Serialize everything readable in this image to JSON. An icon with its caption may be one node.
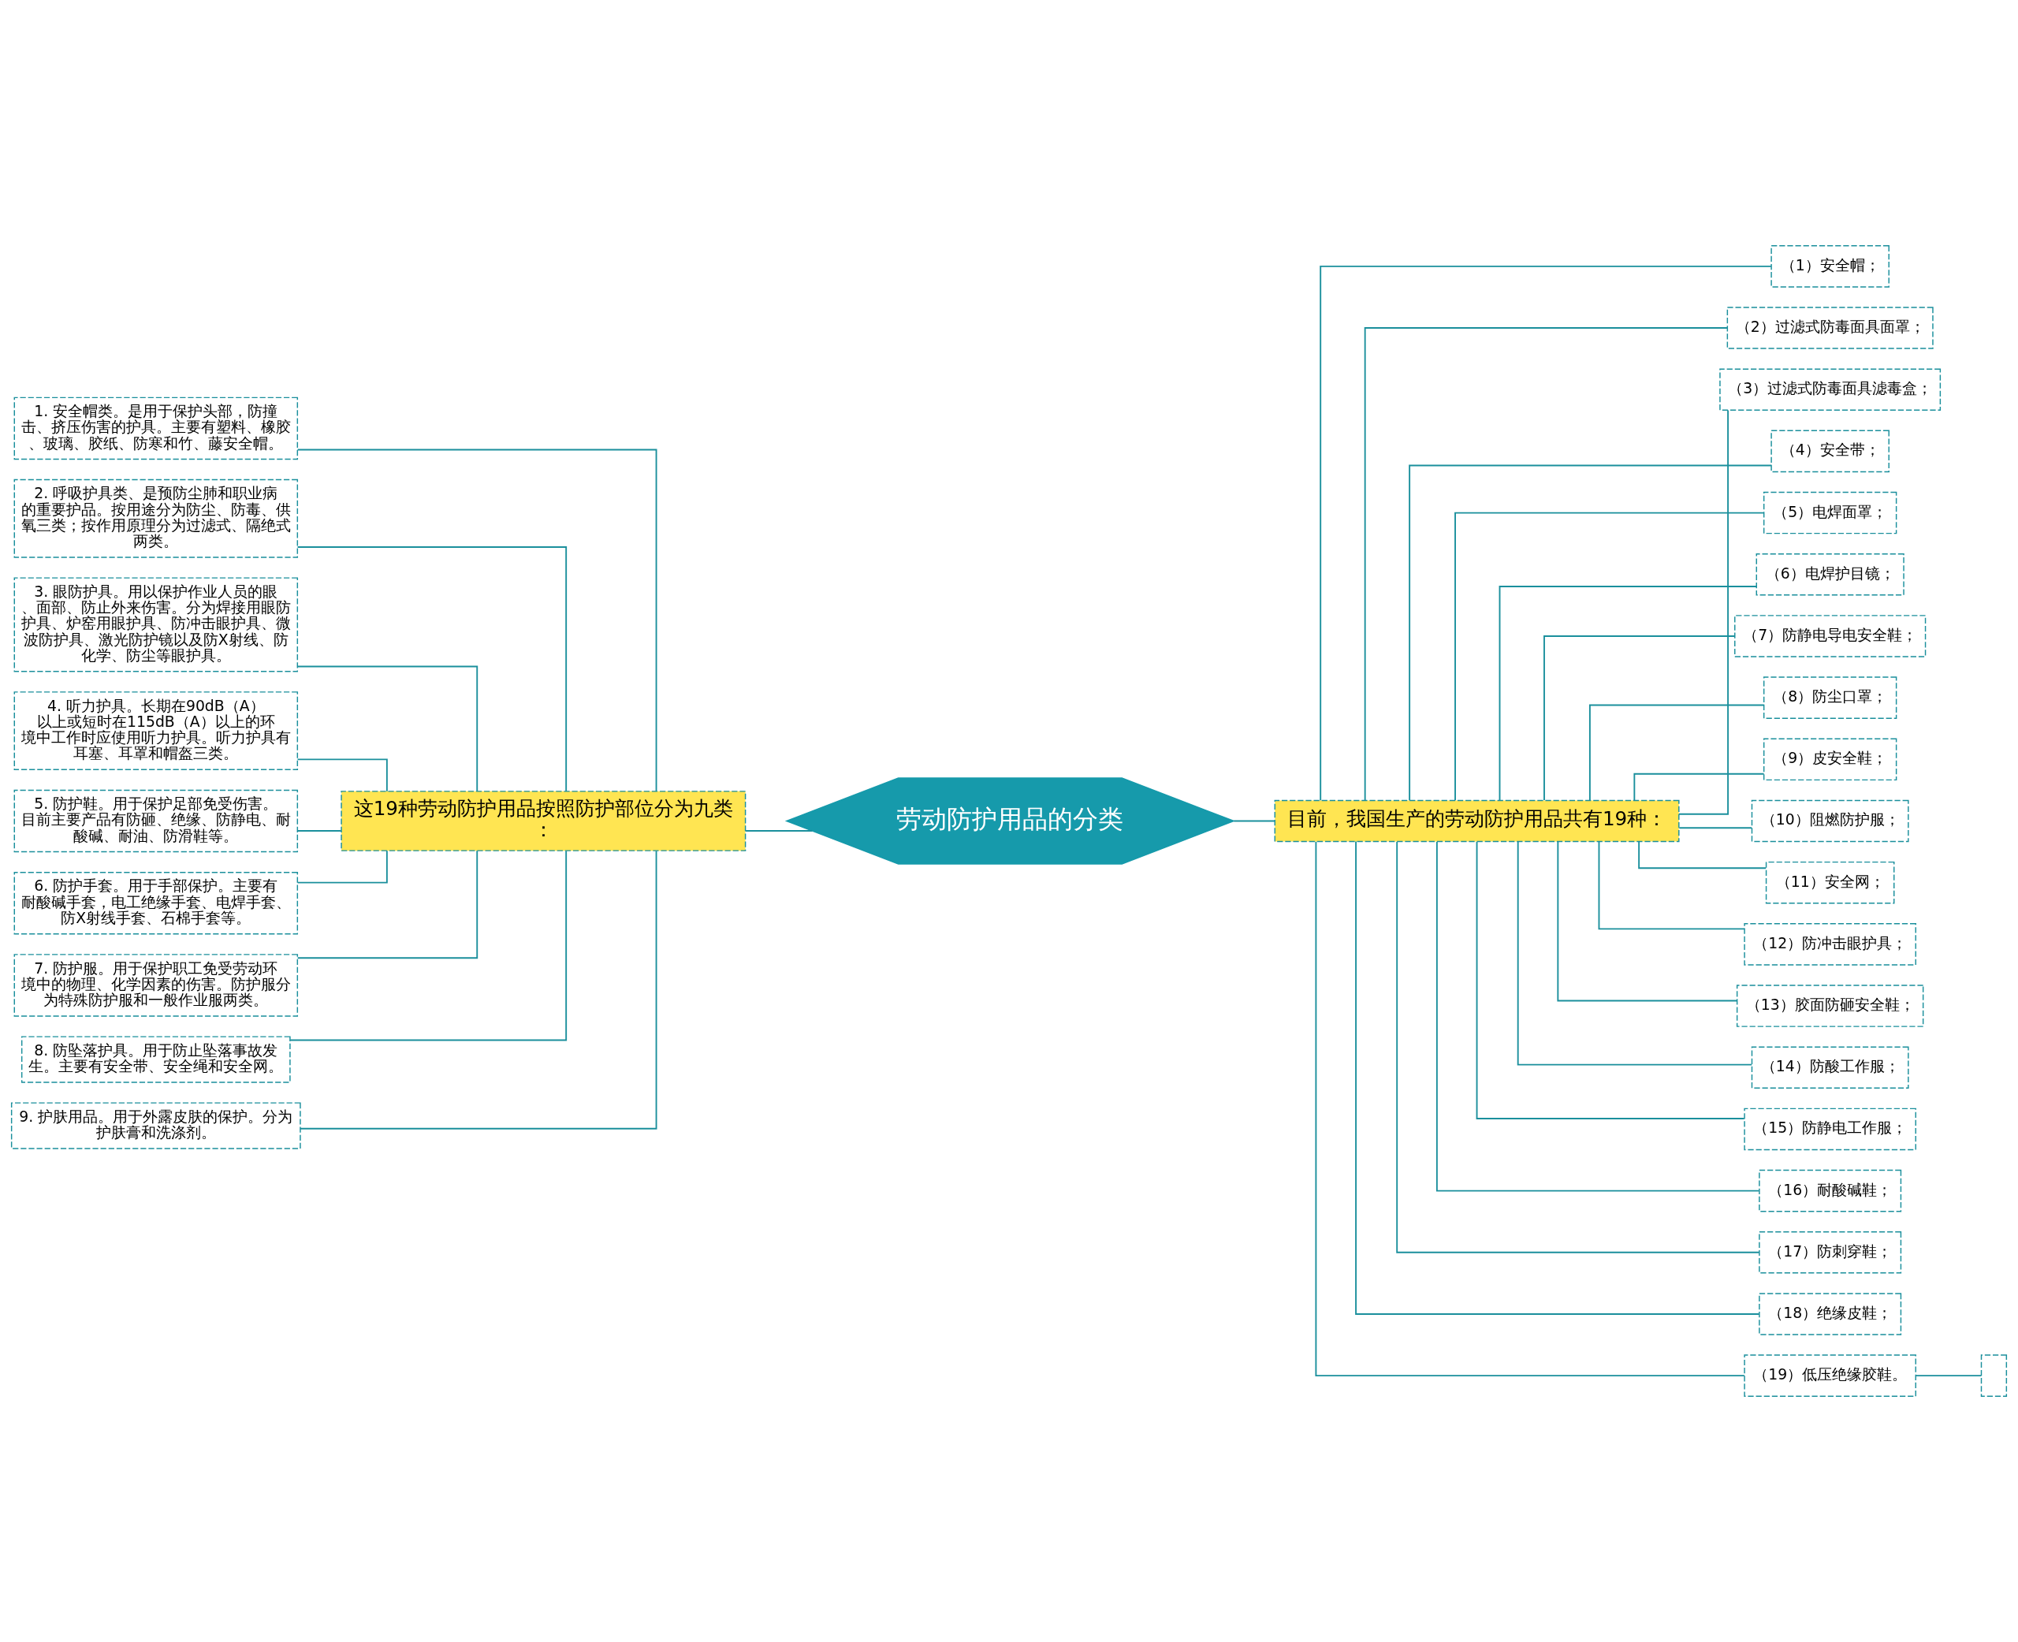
{
  "diagram": {
    "nodes": [
      {
        "text": [
          "劳动防护用品的分类"
        ]
      },
      {
        "text": [
          "这19种劳动防护用品按照防护部位分为九类："
        ]
      },
      {
        "text": [
          "目前，我国生产的劳动防护用品共有19种："
        ]
      },
      {
        "text": [
          "1. 安全帽类。是用于保护头部，防撞击、挤压伤害的护具。主要有塑料、橡胶、玻璃、胶纸、防寒和竹、藤安全帽。"
        ]
      },
      {
        "text": [
          "2. 呼吸护具类、是预防尘肺和职业病的重要护品。按用途分为防尘、防毒、供氧三类；按作用原理分为过滤式、隔绝式两类。"
        ]
      },
      {
        "text": [
          "3. 眼防护具。用以保护作业人员的眼、面部、防止外来伤害。分为焊接用眼防护具、炉窑用眼护具、防冲击眼护具、微波防护具、激光防护镜以及防X射线、防化学、防尘等眼护具。"
        ]
      },
      {
        "text": [
          "4. 听力护具。长期在90dB（A）以上或短时在115dB（A）以上的环境中工作时应使用听力护具。听力护具有耳塞、耳罩和帽盔三类。"
        ]
      },
      {
        "text": [
          "5. 防护鞋。用于保护足部免受伤害。目前主要产品有防砸、绝缘、防静电、耐酸碱、耐油、防滑鞋等。"
        ]
      },
      {
        "text": [
          "6. 防护手套。用于手部保护。主要有耐酸碱手套，电工绝缘手套、电焊手套、防X射线手套、石棉手套等。"
        ]
      },
      {
        "text": [
          "7. 防护服。用于保护职工免受劳动环境中的物理、化学因素的伤害。防护服分为特殊防护服和一般作业服两类。"
        ]
      },
      {
        "text": [
          "8. 防坠落护具。用于防止坠落事故发生。主要有安全带、安全绳和安全网。"
        ]
      },
      {
        "text": [
          "9. 护肤用品。用于外露皮肤的保护。分为护肤膏和洗涤剂。"
        ]
      },
      {
        "text": [
          "（1）安全帽；"
        ]
      },
      {
        "text": [
          "（2）过滤式防毒面具面罩；"
        ]
      },
      {
        "text": [
          "（3）过滤式防毒面具滤毒盒；"
        ]
      },
      {
        "text": [
          "（4）安全带；"
        ]
      },
      {
        "text": [
          "（5）电焊面罩；"
        ]
      },
      {
        "text": [
          "（6）电焊护目镜；"
        ]
      },
      {
        "text": [
          "（7）防静电导电安全鞋；"
        ]
      },
      {
        "text": [
          "（8）防尘口罩；"
        ]
      },
      {
        "text": [
          "（9）皮安全鞋；"
        ]
      },
      {
        "text": [
          "（10）阻燃防护服；"
        ]
      },
      {
        "text": [
          "（11）安全网；"
        ]
      },
      {
        "text": [
          "（12）防冲击眼护具；"
        ]
      },
      {
        "text": [
          "（13）胶面防砸安全鞋；"
        ]
      },
      {
        "text": [
          "（14）防酸工作服；"
        ]
      },
      {
        "text": [
          "（15）防静电工作服；"
        ]
      },
      {
        "text": [
          "（16）耐酸碱鞋；"
        ]
      },
      {
        "text": [
          "（17）防刺穿鞋；"
        ]
      },
      {
        "text": [
          "（18）绝缘皮鞋；"
        ]
      },
      {
        "text": [
          "（19）低压绝缘胶鞋。"
        ]
      },
      {
        "text": [],
        "shape": "box"
      }
    ],
    "edges": [
      {
        "from": 0,
        "to": 1,
        "arrow": "none"
      },
      {
        "from": 0,
        "to": 2,
        "arrow": "none"
      },
      {
        "from": 1,
        "to": 3,
        "arrow": "none"
      },
      {
        "from": 1,
        "to": 4,
        "arrow": "none"
      },
      {
        "from": 1,
        "to": 5,
        "arrow": "none"
      },
      {
        "from": 1,
        "to": 6,
        "arrow": "none"
      },
      {
        "from": 1,
        "to": 7,
        "arrow": "none"
      },
      {
        "from": 1,
        "to": 8,
        "arrow": "none"
      },
      {
        "from": 1,
        "to": 9,
        "arrow": "none"
      },
      {
        "from": 1,
        "to": 10,
        "arrow": "none"
      },
      {
        "from": 1,
        "to": 11,
        "arrow": "none"
      },
      {
        "from": 2,
        "to": 12,
        "arrow": "none"
      },
      {
        "from": 2,
        "to": 13,
        "arrow": "none"
      },
      {
        "from": 2,
        "to": 14,
        "arrow": "none"
      },
      {
        "from": 2,
        "to": 15,
        "arrow": "none"
      },
      {
        "from": 2,
        "to": 16,
        "arrow": "none"
      },
      {
        "from": 2,
        "to": 17,
        "arrow": "none"
      },
      {
        "from": 2,
        "to": 18,
        "arrow": "none"
      },
      {
        "from": 2,
        "to": 19,
        "arrow": "none"
      },
      {
        "from": 2,
        "to": 20,
        "arrow": "none"
      },
      {
        "from": 2,
        "to": 21,
        "arrow": "none"
      },
      {
        "from": 2,
        "to": 22,
        "arrow": "none"
      },
      {
        "from": 2,
        "to": 23,
        "arrow": "none"
      },
      {
        "from": 2,
        "to": 24,
        "arrow": "none"
      },
      {
        "from": 2,
        "to": 25,
        "arrow": "none"
      },
      {
        "from": 2,
        "to": 26,
        "arrow": "none"
      },
      {
        "from": 2,
        "to": 27,
        "arrow": "none"
      },
      {
        "from": 2,
        "to": 28,
        "arrow": "none"
      },
      {
        "from": 2,
        "to": 29,
        "arrow": "none"
      },
      {
        "from": 2,
        "to": 30,
        "arrow": "none"
      },
      {
        "from": 30,
        "to": 31,
        "arrow": "none"
      }
    ]
  }
}
